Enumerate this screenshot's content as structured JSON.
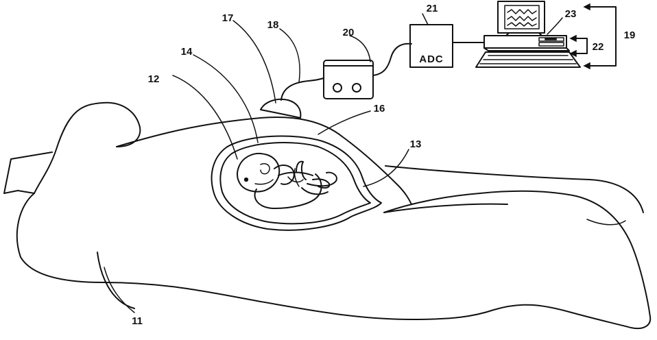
{
  "figure": {
    "labels": {
      "patient": "11",
      "fetus": "12",
      "uterus": "13",
      "amniotic_sac": "14",
      "abdomen": "16",
      "transducer": "17",
      "cable": "18",
      "computer_system": "19",
      "amplifier": "20",
      "adc": "21",
      "keyboard_inputs": "22",
      "monitor": "23"
    },
    "adc_text": "ADC"
  }
}
